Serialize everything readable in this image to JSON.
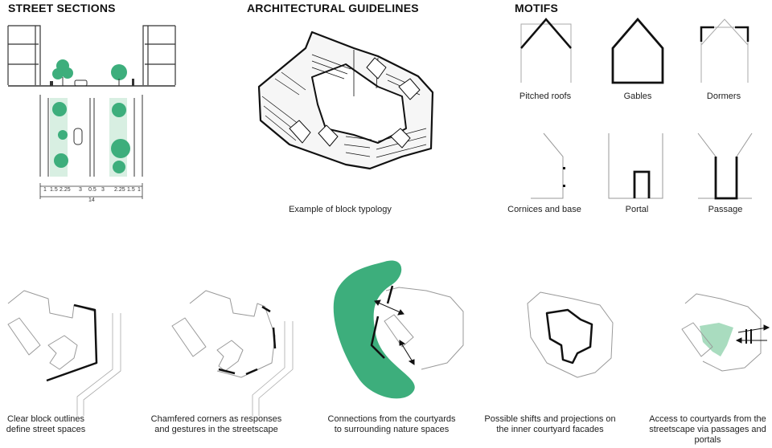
{
  "headings": {
    "street_sections": "STREET SECTIONS",
    "architectural_guidelines": "ARCHITECTURAL GUIDELINES",
    "motifs": "MOTIFS"
  },
  "street_dimensions": {
    "segments": [
      "1",
      "1.5",
      "2.25",
      "3",
      "0.5",
      "3",
      "2.25",
      "1.5",
      "1"
    ],
    "total": "14"
  },
  "block_typology_caption": "Example of block typology",
  "motifs": [
    {
      "label": "Pitched roofs"
    },
    {
      "label": "Gables"
    },
    {
      "label": "Dormers"
    },
    {
      "label": "Cornices and base"
    },
    {
      "label": "Portal"
    },
    {
      "label": "Passage"
    }
  ],
  "principles": [
    {
      "line1": "Clear block outlines",
      "line2": "define street spaces",
      "line3": ""
    },
    {
      "line1": "Chamfered corners as responses",
      "line2": "and gestures in the streetscape",
      "line3": ""
    },
    {
      "line1": "Connections from the courtyards",
      "line2": "to surrounding nature spaces",
      "line3": ""
    },
    {
      "line1": "Possible shifts and projections on",
      "line2": "the inner courtyard facades",
      "line3": ""
    },
    {
      "line1": "Access to courtyards from the",
      "line2": "streetscape via passages and",
      "line3": "portals"
    }
  ],
  "colors": {
    "green": "#3dae7c",
    "light_green": "#a9dcbf",
    "line": "#111111",
    "grey_line": "#999999"
  }
}
